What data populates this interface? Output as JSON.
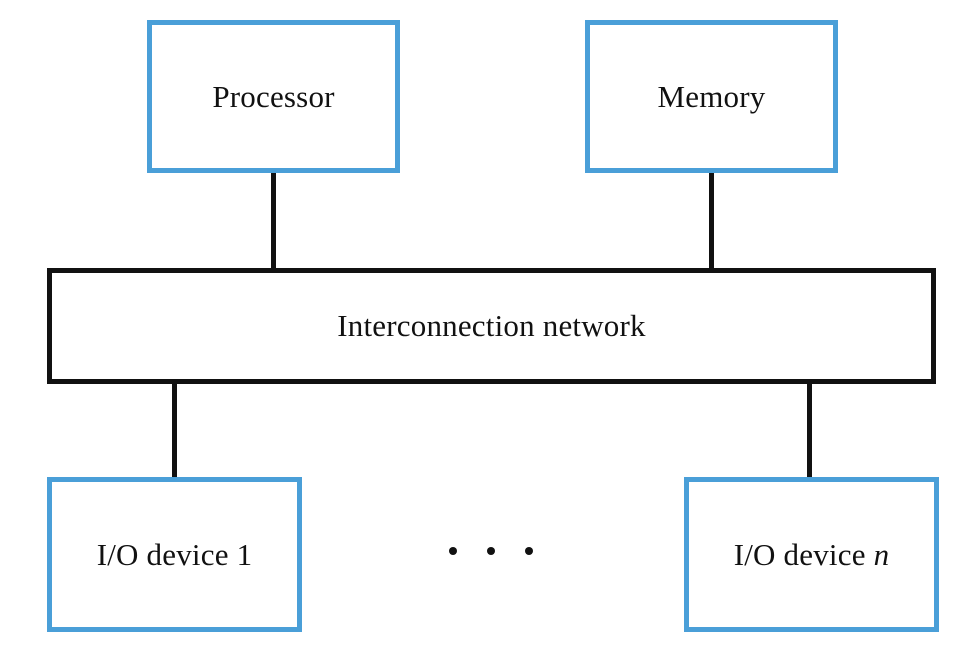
{
  "diagram": {
    "processor": {
      "label": "Processor"
    },
    "memory": {
      "label": "Memory"
    },
    "network": {
      "label": "Interconnection network"
    },
    "io_device_1": {
      "label": "I/O device 1"
    },
    "io_device_n": {
      "label_prefix": "I/O device",
      "label_suffix": "n"
    },
    "ellipsis": {
      "label": "• • •"
    },
    "colors": {
      "component_border": "#4a9fd8",
      "network_border": "#111111",
      "connector": "#111111"
    }
  }
}
